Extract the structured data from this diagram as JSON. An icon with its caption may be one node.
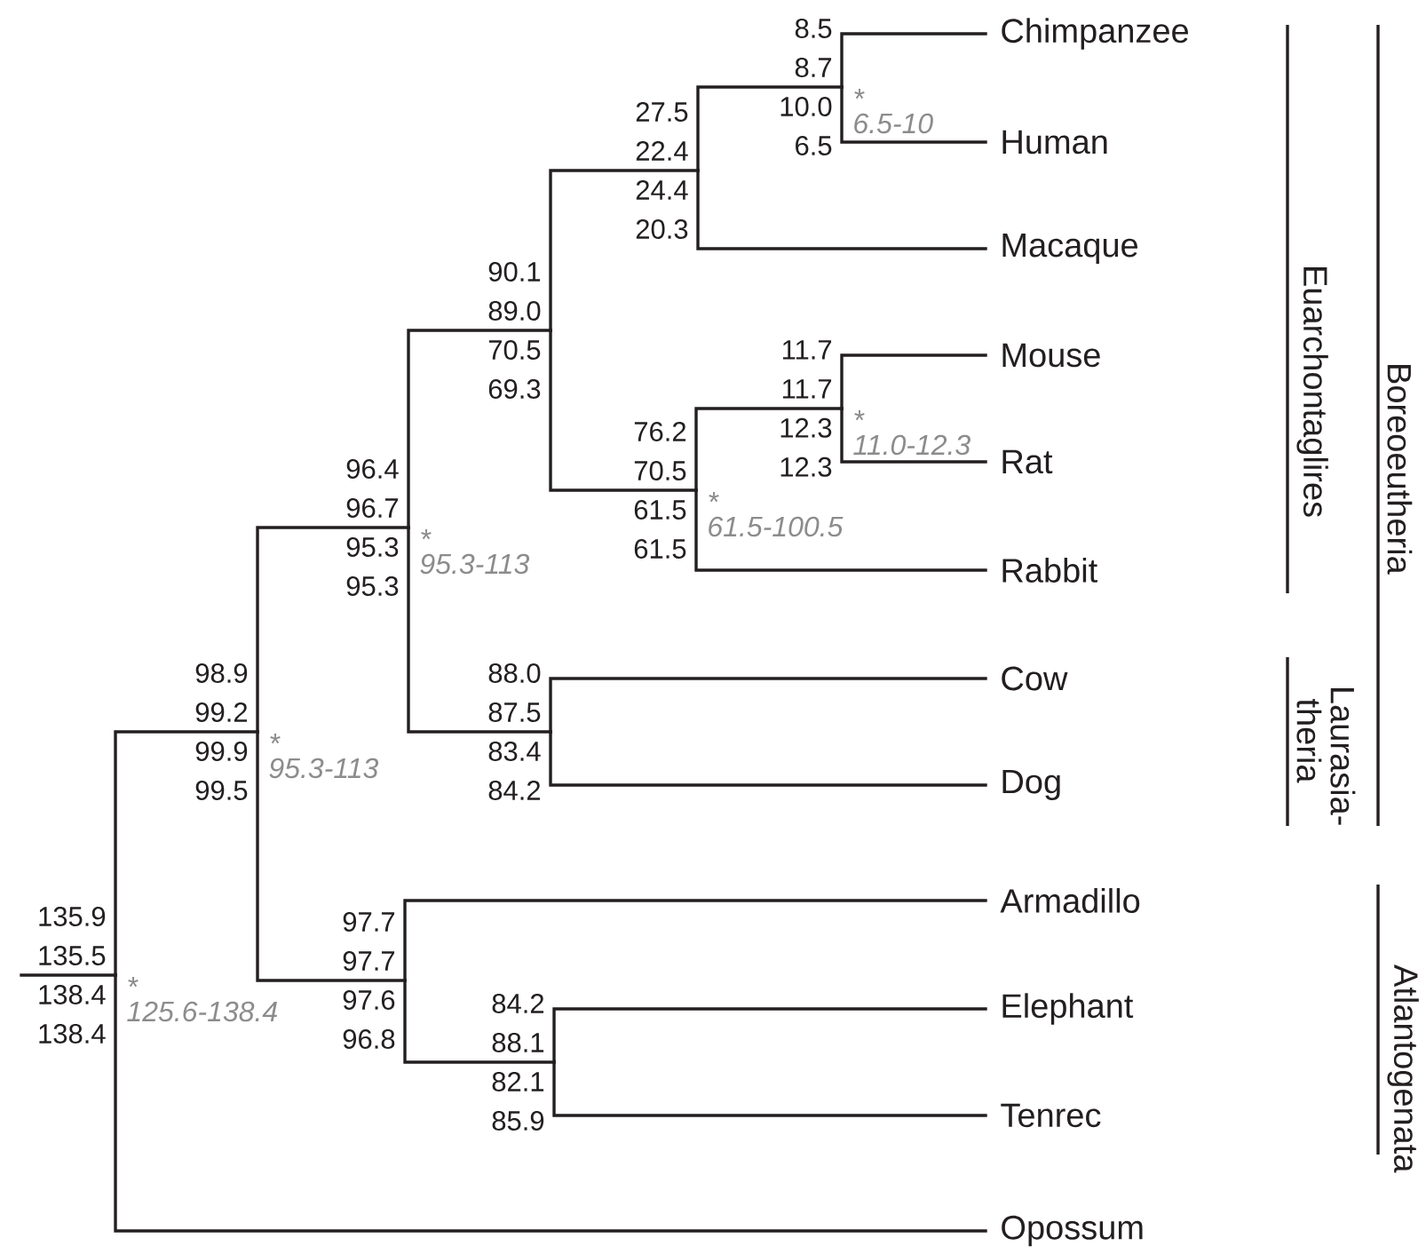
{
  "diagram": {
    "nodes": [
      {
        "text": [
          "Chimpanzee"
        ]
      },
      {
        "text": [
          "Human"
        ]
      },
      {
        "text": [
          "Macaque"
        ]
      },
      {
        "text": [
          "Mouse"
        ]
      },
      {
        "text": [
          "Rat"
        ]
      },
      {
        "text": [
          "Rabbit"
        ]
      },
      {
        "text": [
          "Cow"
        ]
      },
      {
        "text": [
          "Dog"
        ]
      },
      {
        "text": [
          "Armadillo"
        ]
      },
      {
        "text": [
          "Elephant"
        ]
      },
      {
        "text": [
          "Tenrec"
        ]
      },
      {
        "text": [
          "Opossum"
        ]
      },
      {
        "text": [
          "8.5",
          "8.7",
          "10.0",
          "6.5"
        ],
        "beside": [
          "*",
          "6.5-10"
        ]
      },
      {
        "text": [
          "27.5",
          "22.4",
          "24.4",
          "20.3"
        ]
      },
      {
        "text": [
          "11.7",
          "11.7",
          "12.3",
          "12.3"
        ],
        "beside": [
          "*",
          "11.0-12.3"
        ]
      },
      {
        "text": [
          "76.2",
          "70.5",
          "61.5",
          "61.5"
        ],
        "beside": [
          "*",
          "61.5-100.5"
        ]
      },
      {
        "text": [
          "90.1",
          "89.0",
          "70.5",
          "69.3"
        ]
      },
      {
        "text": [
          "88.0",
          "87.5",
          "83.4",
          "84.2"
        ]
      },
      {
        "text": [
          "96.4",
          "96.7",
          "95.3",
          "95.3"
        ],
        "beside": [
          "*",
          "95.3-113"
        ]
      },
      {
        "text": [
          "98.9",
          "99.2",
          "99.9",
          "99.5"
        ],
        "beside": [
          "*",
          "95.3-113"
        ]
      },
      {
        "text": [
          "97.7",
          "97.7",
          "97.6",
          "96.8"
        ]
      },
      {
        "text": [
          "84.2",
          "88.1",
          "82.1",
          "85.9"
        ]
      },
      {
        "text": [
          "135.9",
          "135.5",
          "138.4",
          "138.4"
        ],
        "beside": [
          "*",
          "125.6-138.4"
        ]
      }
    ],
    "edges": [
      {
        "from": 12,
        "to": 0,
        "arrow": "none"
      },
      {
        "from": 12,
        "to": 1,
        "arrow": "none"
      },
      {
        "from": 13,
        "to": 12,
        "arrow": "none"
      },
      {
        "from": 13,
        "to": 2,
        "arrow": "none"
      },
      {
        "from": 14,
        "to": 3,
        "arrow": "none"
      },
      {
        "from": 14,
        "to": 4,
        "arrow": "none"
      },
      {
        "from": 15,
        "to": 14,
        "arrow": "none"
      },
      {
        "from": 15,
        "to": 5,
        "arrow": "none"
      },
      {
        "from": 16,
        "to": 13,
        "arrow": "none"
      },
      {
        "from": 16,
        "to": 15,
        "arrow": "none"
      },
      {
        "from": 17,
        "to": 6,
        "arrow": "none"
      },
      {
        "from": 17,
        "to": 7,
        "arrow": "none"
      },
      {
        "from": 18,
        "to": 16,
        "arrow": "none"
      },
      {
        "from": 18,
        "to": 17,
        "arrow": "none"
      },
      {
        "from": 19,
        "to": 18,
        "arrow": "none"
      },
      {
        "from": 19,
        "to": 20,
        "arrow": "none"
      },
      {
        "from": 20,
        "to": 8,
        "arrow": "none"
      },
      {
        "from": 20,
        "to": 21,
        "arrow": "none"
      },
      {
        "from": 21,
        "to": 9,
        "arrow": "none"
      },
      {
        "from": 21,
        "to": 10,
        "arrow": "none"
      },
      {
        "from": 22,
        "to": 19,
        "arrow": "none"
      },
      {
        "from": 22,
        "to": 11,
        "arrow": "none"
      },
      {
        "from": null,
        "to": 22,
        "arrow": "none"
      }
    ],
    "labels": [
      "Euarchontaglires",
      "Boreoeutheria",
      "Laurasia- theria",
      "Atlantogenata"
    ]
  }
}
